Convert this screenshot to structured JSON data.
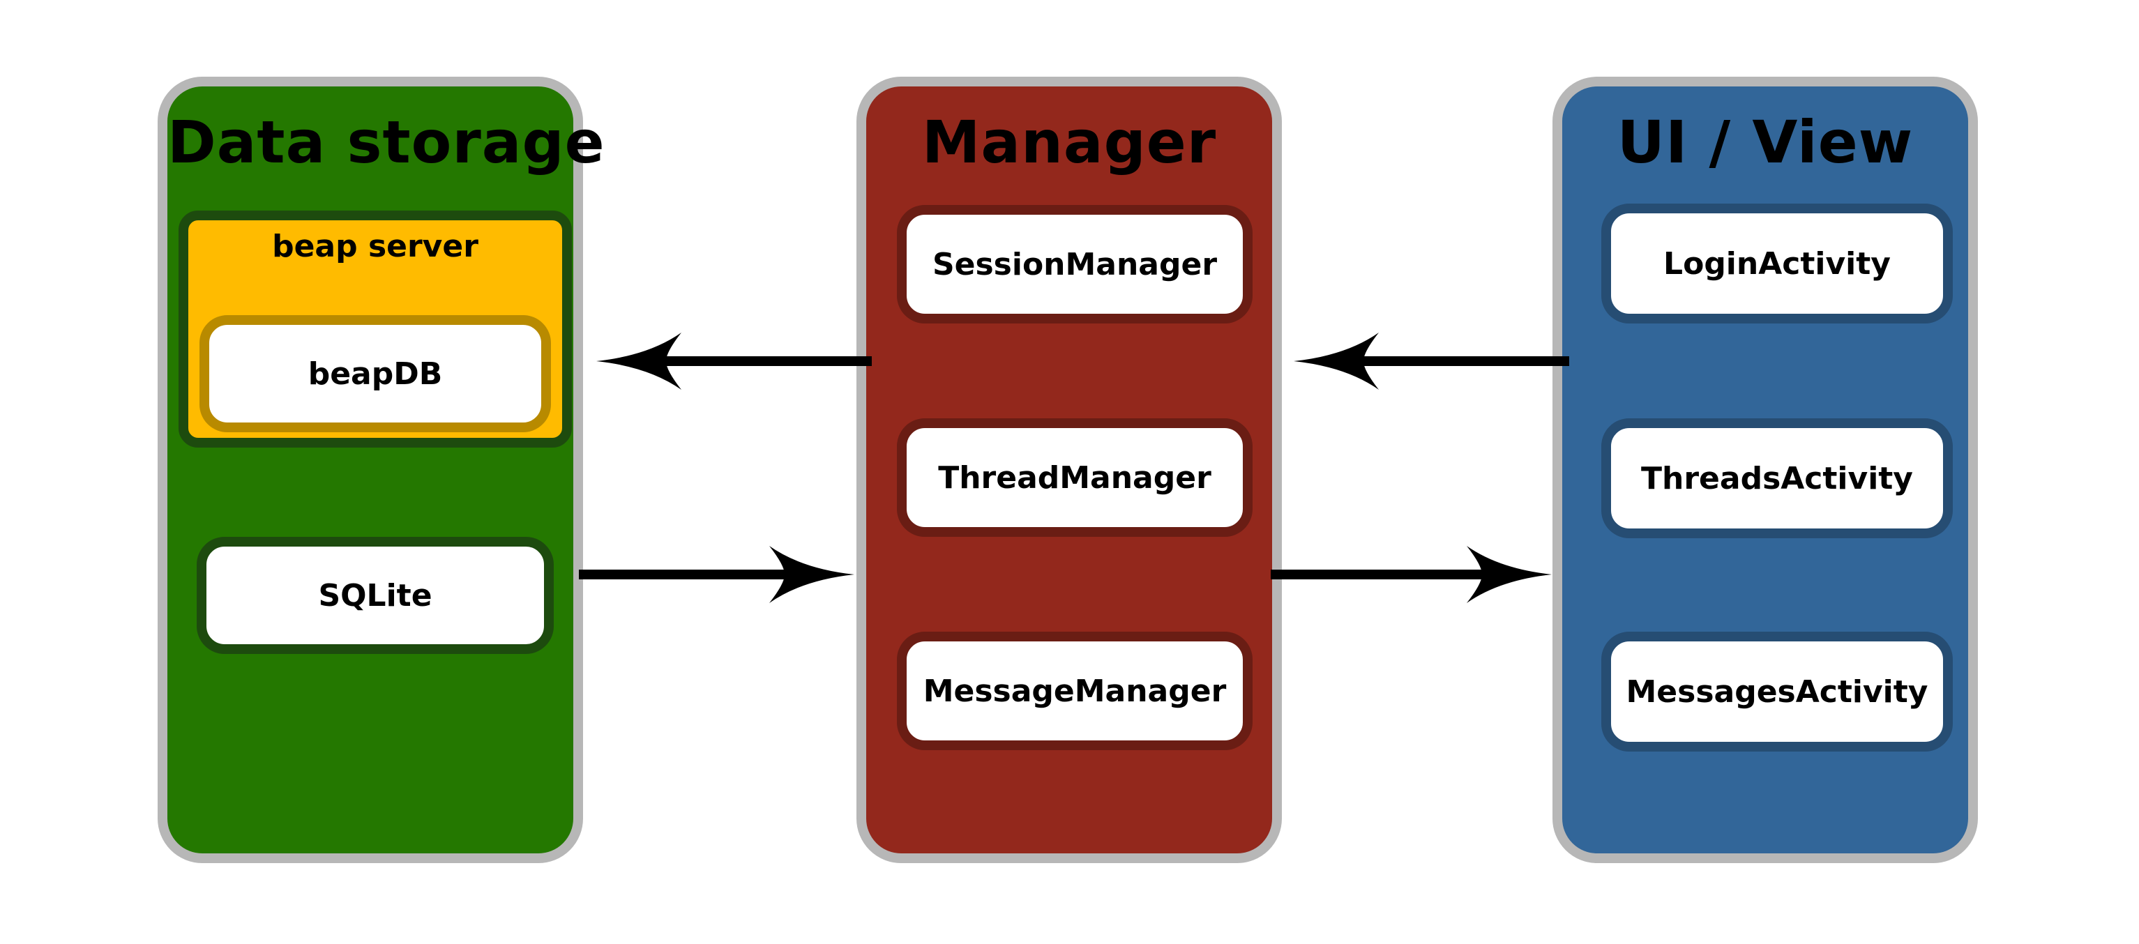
{
  "colors": {
    "data_storage_fill": "#247800",
    "data_storage_inner_border": "#1d4b0e",
    "server_fill": "#ffbb00",
    "server_inner_border": "#b88a00",
    "manager_fill": "#93281c",
    "manager_inner_border": "#6a1d14",
    "ui_fill": "#326699",
    "ui_inner_border": "#264d73",
    "outer_border": "#b7b7b7",
    "arrow": "#000000"
  },
  "columns": {
    "data_storage": {
      "title": "Data storage",
      "server": {
        "title": "beap server",
        "items": [
          "beapDB"
        ]
      },
      "items": [
        "SQLite"
      ]
    },
    "manager": {
      "title": "Manager",
      "items": [
        "SessionManager",
        "ThreadManager",
        "MessageManager"
      ]
    },
    "ui": {
      "title": "UI / View",
      "items": [
        "LoginActivity",
        "ThreadsActivity",
        "MessagesActivity"
      ]
    }
  },
  "arrows": [
    {
      "from": "Manager",
      "to": "Data storage"
    },
    {
      "from": "Data storage",
      "to": "Manager"
    },
    {
      "from": "UI / View",
      "to": "Manager"
    },
    {
      "from": "Manager",
      "to": "UI / View"
    }
  ]
}
